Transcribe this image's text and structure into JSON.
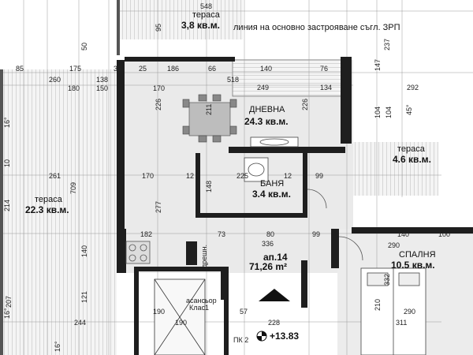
{
  "rooms": {
    "terrace_top": {
      "name": "тераса",
      "area": "3,8 кв.м."
    },
    "living": {
      "name": "ДНЕВНА",
      "area": "24.3 кв.м."
    },
    "terrace_left": {
      "name": "тераса",
      "area": "22.3 кв.м."
    },
    "terrace_right": {
      "name": "тераса",
      "area": "4.6 кв.м."
    },
    "bath": {
      "name": "БАНЯ",
      "area": "3.4 кв.м."
    },
    "bedroom": {
      "name": "СПАЛНЯ",
      "area": "10.5 кв.м."
    },
    "corridor": {
      "name": "дрешн."
    },
    "elevator": {
      "name": "асансьор",
      "sub": "Клас1"
    }
  },
  "apartment": {
    "id": "ап.14",
    "area": "71,26 m²"
  },
  "building_line": "линия на основно застрояване съгл. ЗРП",
  "level": {
    "stair": "ПК 2",
    "height": "+13.83"
  },
  "dims": {
    "d548": "548",
    "d85": "85",
    "d175": "175",
    "d35a": "35",
    "d25a": "25",
    "d186": "186",
    "d66": "66",
    "d140a": "140",
    "d76": "76",
    "d260": "260",
    "d180": "180",
    "d138": "138",
    "d150": "150",
    "d170a": "170",
    "d518": "518",
    "d249": "249",
    "d134": "134",
    "d292": "292",
    "d147": "147",
    "d237": "237",
    "d104a": "104",
    "d104b": "104",
    "d261": "261",
    "d170b": "170",
    "d12a": "12",
    "d225": "225",
    "d12b": "12",
    "d99": "99",
    "d182": "182",
    "d73": "73",
    "d80": "80",
    "d99b": "99",
    "d140b": "140",
    "d100": "100",
    "d336": "336",
    "d290": "290",
    "d190a": "190",
    "d190b": "190",
    "d57": "57",
    "d228": "228",
    "d311": "311",
    "d244": "244",
    "d290b": "290",
    "d226a": "226",
    "d226b": "226",
    "d211": "211",
    "d277": "277",
    "d148": "148",
    "d709": "709",
    "d214": "214",
    "d140c": "140",
    "d121": "121",
    "d207": "207",
    "d332": "332",
    "d210": "210",
    "d16a": "16°",
    "d16b": "16°",
    "d16c": "16°",
    "d45": "45°",
    "d95": "95",
    "d50": "50",
    "d10": "10"
  }
}
